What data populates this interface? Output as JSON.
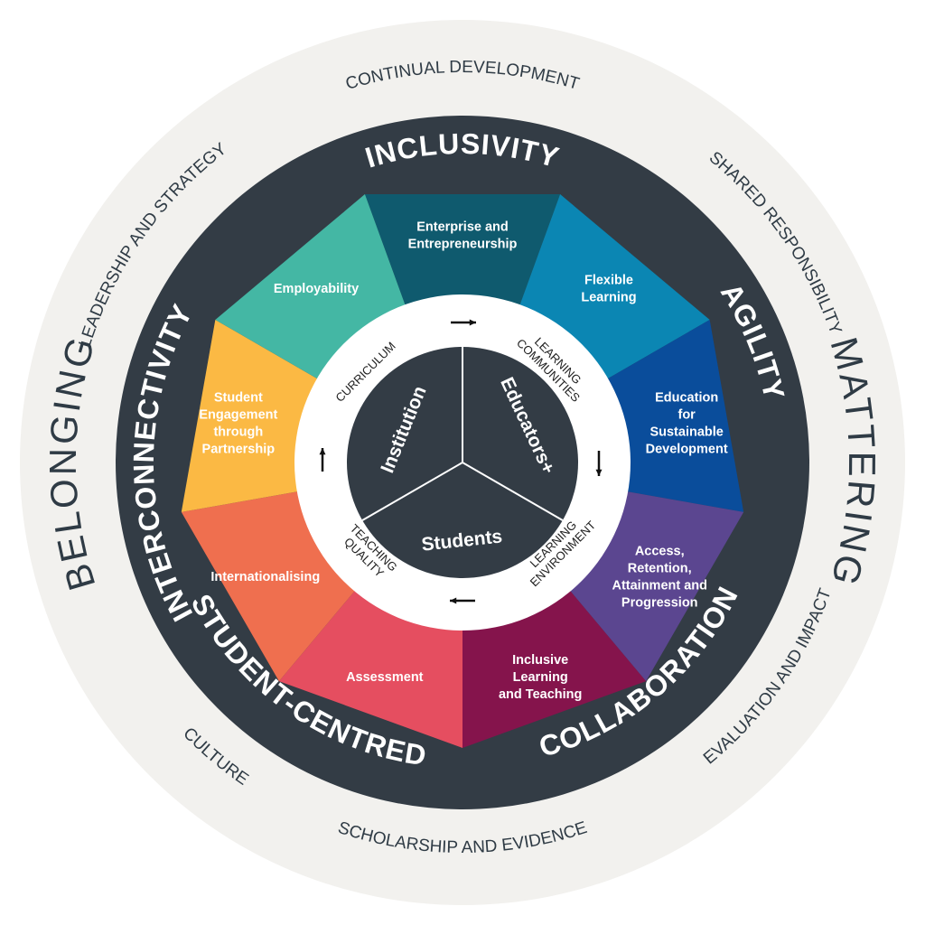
{
  "colors": {
    "outer_ring": "#f2f1ee",
    "dark_ring": "#333c45",
    "inner_white": "#ffffff",
    "hub": "#333c45",
    "outer_text": "#2f3b45",
    "process_text": "#1e1e1e",
    "arrow": "#111111"
  },
  "outer_words": {
    "left": "BELONGING",
    "right": "MATTERING"
  },
  "outer_phrases": [
    "CONTINUAL DEVELOPMENT",
    "SHARED RESPONSIBILITY",
    "EVALUATION AND IMPACT",
    "SCHOLARSHIP AND EVIDENCE",
    "CULTURE",
    "LEADERSHIP AND STRATEGY"
  ],
  "values": [
    "INCLUSIVITY",
    "AGILITY",
    "COLLABORATION",
    "STUDENT-CENTRED",
    "INTERCONNECTIVITY"
  ],
  "segments": [
    {
      "label": "Enterprise and Entrepreneurship",
      "color": "#0f5a6e",
      "lines": [
        "Enterprise and",
        "Entrepreneurship"
      ]
    },
    {
      "label": "Flexible Learning",
      "color": "#0b86b3",
      "lines": [
        "Flexible",
        "Learning"
      ]
    },
    {
      "label": "Education for Sustainable Development",
      "color": "#0a4d9b",
      "lines": [
        "Education",
        "for",
        "Sustainable",
        "Development"
      ]
    },
    {
      "label": "Access, Retention, Attainment and Progression",
      "color": "#5b4690",
      "lines": [
        "Access,",
        "Retention,",
        "Attainment and",
        "Progression"
      ]
    },
    {
      "label": "Inclusive Learning and Teaching",
      "color": "#85144c",
      "lines": [
        "Inclusive",
        "Learning",
        "and Teaching"
      ]
    },
    {
      "label": "Assessment",
      "color": "#e54e60",
      "lines": [
        "Assessment"
      ]
    },
    {
      "label": "Internationalising",
      "color": "#ef6f4f",
      "lines": [
        "Internationalising"
      ]
    },
    {
      "label": "Student Engagement through Partnership",
      "color": "#fbb944",
      "lines": [
        "Student",
        "Engagement",
        "through",
        "Partnership"
      ]
    },
    {
      "label": "Employability",
      "color": "#44b7a4",
      "lines": [
        "Employability"
      ]
    }
  ],
  "process": [
    {
      "label": "CURRICULUM",
      "lines": [
        "CURRICULUM"
      ]
    },
    {
      "label": "LEARNING COMMUNITIES",
      "lines": [
        "LEARNING",
        "COMMUNITIES"
      ]
    },
    {
      "label": "LEARNING ENVIRONMENT",
      "lines": [
        "LEARNING",
        "ENVIRONMENT"
      ]
    },
    {
      "label": "TEACHING QUALITY",
      "lines": [
        "TEACHING",
        "QUALITY"
      ]
    }
  ],
  "hub": {
    "institution": "Institution",
    "educators": "Educators+",
    "students": "Students"
  }
}
